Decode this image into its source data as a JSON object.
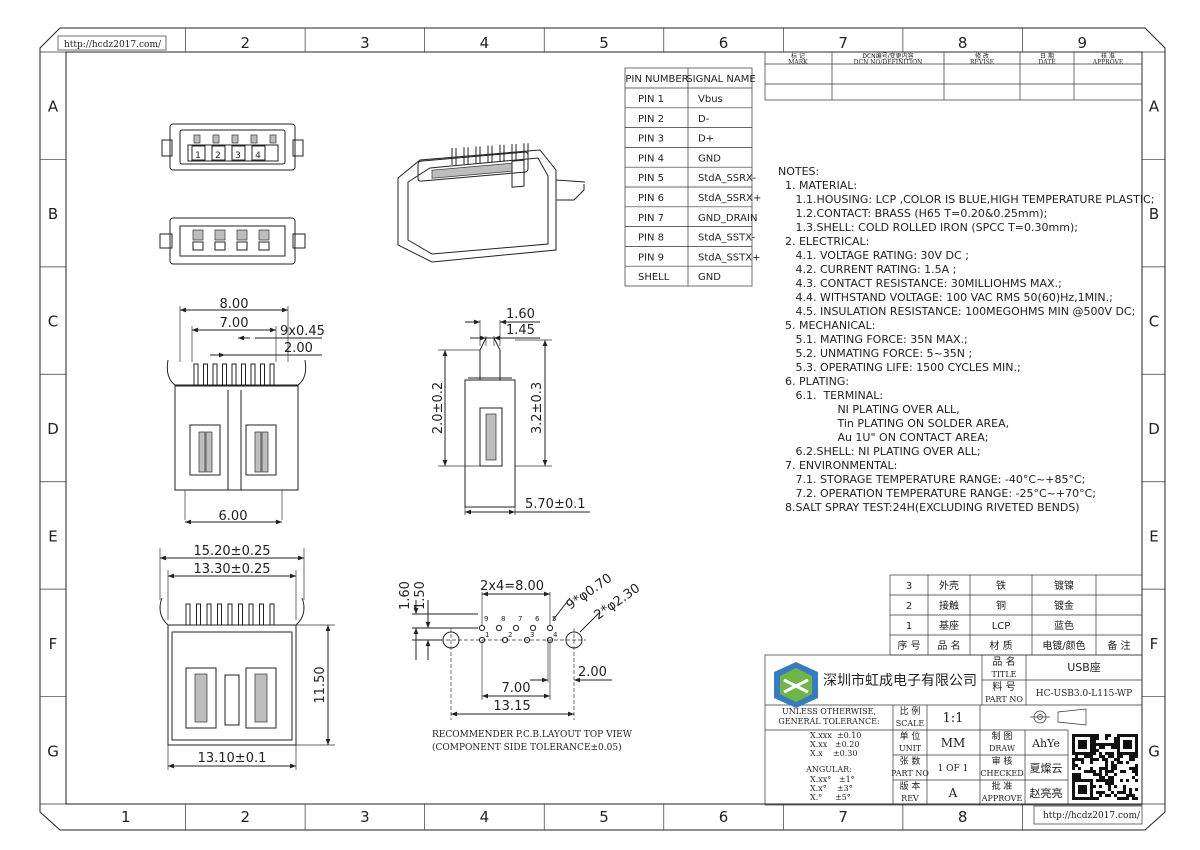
{
  "frame": {
    "url": "http://hcdz2017.com/",
    "columns": [
      "1",
      "2",
      "3",
      "4",
      "5",
      "6",
      "7",
      "8",
      "9"
    ],
    "rows": [
      "A",
      "B",
      "C",
      "D",
      "E",
      "F",
      "G"
    ]
  },
  "revision": {
    "headers": [
      {
        "cn": "标 记",
        "en": "MARK"
      },
      {
        "cn": "DCN编号/变更内容",
        "en": "DCN NO/DEFINITION"
      },
      {
        "cn": "修 改",
        "en": "REVISE"
      },
      {
        "cn": "日 期",
        "en": "DATE"
      },
      {
        "cn": "核 准",
        "en": "APPROVE"
      }
    ]
  },
  "pins": {
    "headers": [
      "PIN NUMBER",
      "SIGNAL NAME"
    ],
    "rows": [
      [
        "PIN 1",
        "Vbus"
      ],
      [
        "PIN 2",
        "D-"
      ],
      [
        "PIN 3",
        "D+"
      ],
      [
        "PIN 4",
        "GND"
      ],
      [
        "PIN 5",
        "StdA_SSRX-"
      ],
      [
        "PIN 6",
        "StdA_SSRX+"
      ],
      [
        "PIN 7",
        "GND_DRAIN"
      ],
      [
        "PIN 8",
        "StdA_SSTX-"
      ],
      [
        "PIN 9",
        "StdA_SSTX+"
      ],
      [
        "SHELL",
        "GND"
      ]
    ]
  },
  "notes": [
    "NOTES:",
    "  1. MATERIAL:",
    "     1.1.HOUSING: LCP ,COLOR IS BLUE,HIGH TEMPERATURE PLASTIC;",
    "     1.2.CONTACT: BRASS (H65 T=0.20&0.25mm);",
    "     1.3.SHELL: COLD ROLLED IRON (SPCC T=0.30mm);",
    "  2. ELECTRICAL:",
    "     4.1. VOLTAGE RATING: 30V DC ;",
    "     4.2. CURRENT RATING: 1.5A ;",
    "     4.3. CONTACT RESISTANCE: 30MILLIOHMS MAX.;",
    "     4.4. WITHSTAND VOLTAGE: 100 VAC RMS 50(60)Hz,1MIN.;",
    "     4.5. INSULATION RESISTANCE: 100MEGOHMS MIN @500V DC;",
    "  5. MECHANICAL:",
    "     5.1. MATING FORCE: 35N MAX.;",
    "     5.2. UNMATING FORCE: 5~35N ;",
    "     5.3. OPERATING LIFE: 1500 CYCLES MIN.;",
    "  6. PLATING:",
    "     6.1.  TERMINAL:",
    "                 NI PLATING OVER ALL,",
    "                 Tin PLATING ON SOLDER AREA,",
    "                 Au 1U\" ON CONTACT AREA;",
    "     6.2.SHELL: NI PLATING OVER ALL;",
    "  7. ENVIRONMENTAL:",
    "     7.1. STORAGE TEMPERATURE RANGE: -40°C~+85°C;",
    "     7.2. OPERATION TEMPERATURE RANGE: -25°C~+70°C;",
    "  8.SALT SPRAY TEST:24H(EXCLUDING RIVETED BENDS)"
  ],
  "dimensions": {
    "front_8_00": "8.00",
    "front_7_00": "7.00",
    "front_9x0_45": "9x0.45",
    "front_2_00": "2.00",
    "front_6_00": "6.00",
    "side_1_60": "1.60",
    "side_1_45": "1.45",
    "side_2_0": "2.0±0.2",
    "side_3_2": "3.2±0.3",
    "side_5_70": "5.70±0.1",
    "bottom_15_20": "15.20±0.25",
    "bottom_13_30": "13.30±0.25",
    "bottom_11_50": "11.50",
    "bottom_13_10": "13.10±0.1",
    "pcb_1_60": "1.60",
    "pcb_1_50": "1.50",
    "pcb_2x4": "2x4=8.00",
    "pcb_9holes": "9*φ0.70",
    "pcb_2holes": "2*φ2.30",
    "pcb_2_00": "2.00",
    "pcb_7_00": "7.00",
    "pcb_13_15": "13.15",
    "pcb_pin_labels": [
      "9",
      "8",
      "7",
      "6",
      "5",
      "1",
      "2",
      "3",
      "4"
    ],
    "contact_numbers": [
      "1",
      "2",
      "3",
      "4"
    ],
    "pcb_caption1": "RECOMMENDER P.C.B.LAYOUT TOP VIEW",
    "pcb_caption2": "(COMPONENT SIDE TOLERANCE±0.05)"
  },
  "bom": {
    "rows": [
      [
        "3",
        "外壳",
        "铁",
        "镀镍",
        ""
      ],
      [
        "2",
        "接触",
        "铜",
        "镀金",
        ""
      ],
      [
        "1",
        "基座",
        "LCP",
        "蓝色",
        ""
      ]
    ],
    "header": [
      "序 号",
      "品 名",
      "材 质",
      "电镀/颜色",
      "备 注"
    ]
  },
  "title_block": {
    "company": "深圳市虹成电子有限公司",
    "title_cn": "品 名",
    "title_en": "TITLE",
    "title_value": "USB座",
    "part_cn": "料 号",
    "part_en": "PART NO",
    "part_value": "HC-USB3.0-L115-WP",
    "tol_head1": "UNLESS OTHERWISE,",
    "tol_head2": "GENERAL TOLERANCE:",
    "tol_lines": [
      "X.xxx  ±0.10",
      "X.xx   ±0.20",
      "X.x    ±0.30"
    ],
    "angular": "ANGULAR:",
    "angular_lines": [
      "X.xx°   ±1°",
      "X.x°    ±3°",
      "X.°     ±5°"
    ],
    "scale_cn": "比 例",
    "scale_en": "SCALE",
    "scale_value": "1:1",
    "unit_cn": "单 位",
    "unit_en": "UNIT",
    "unit_value": "MM",
    "draw_cn": "制 图",
    "draw_en": "DRAW",
    "draw_value": "AhYe",
    "sheet_cn": "张 数",
    "sheet_en": "PART NO",
    "sheet_value": "1 OF 1",
    "check_cn": "审 核",
    "check_en": "CHECKED",
    "check_value": "夏燦云",
    "rev_cn": "版 本",
    "rev_en": "REV",
    "rev_value": "A",
    "approve_cn": "批 准",
    "approve_en": "APPROVE",
    "approve_value": "赵亮亮"
  }
}
